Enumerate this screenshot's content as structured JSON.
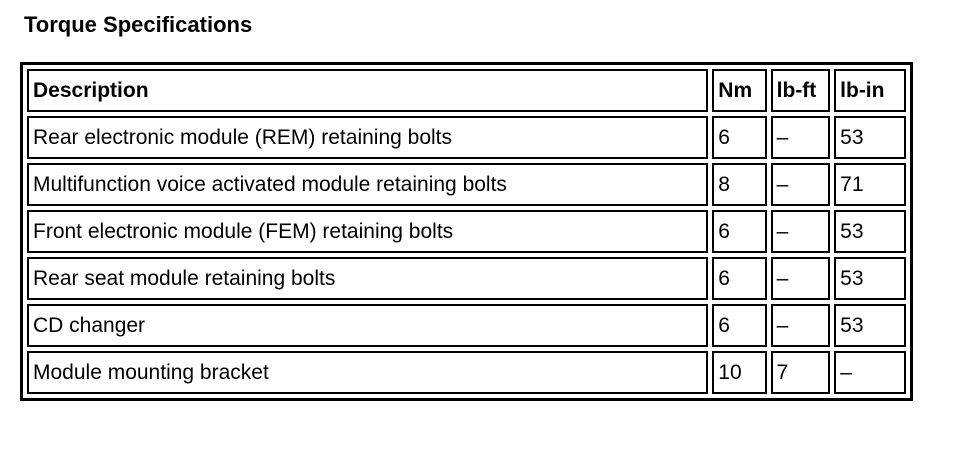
{
  "page": {
    "title": "Torque Specifications"
  },
  "table": {
    "headers": [
      "Description",
      "Nm",
      "lb-ft",
      "lb-in"
    ],
    "rows": [
      [
        "Rear electronic module (REM) retaining bolts",
        "6",
        "–",
        "53"
      ],
      [
        "Multifunction voice activated module retaining bolts",
        "8",
        "–",
        "71"
      ],
      [
        "Front electronic module (FEM) retaining bolts",
        "6",
        "–",
        "53"
      ],
      [
        "Rear seat module retaining bolts",
        "6",
        "–",
        "53"
      ],
      [
        "CD changer",
        "6",
        "–",
        "53"
      ],
      [
        "Module mounting bracket",
        "10",
        "7",
        "–"
      ]
    ]
  }
}
